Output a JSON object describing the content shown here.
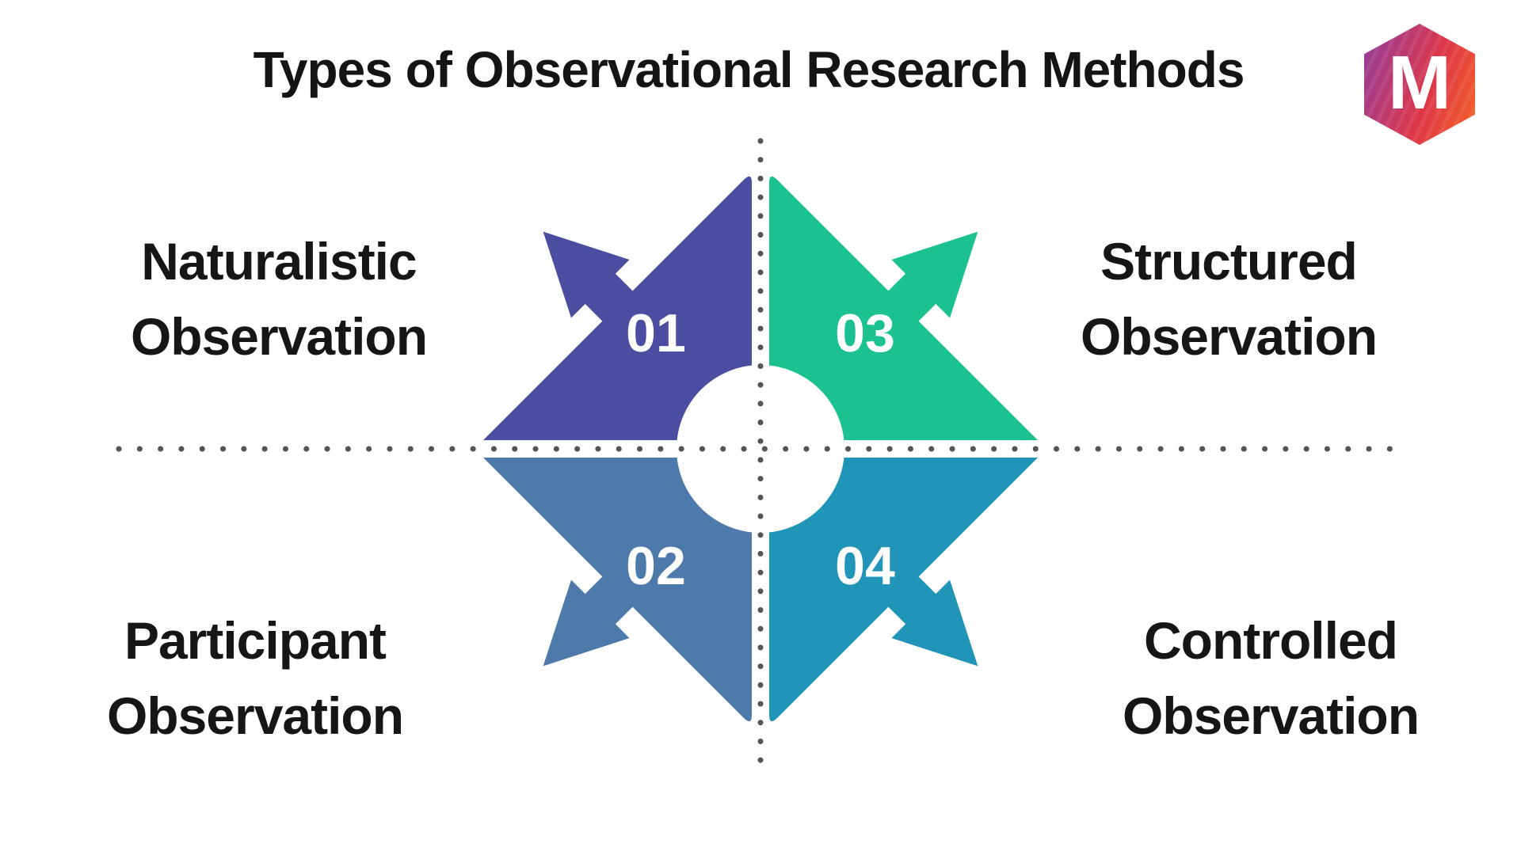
{
  "header": {
    "title": "Types of Observational Research Methods"
  },
  "logo": {
    "letter": "M",
    "shape": "hexagon",
    "gradient": [
      "#8F3D9E",
      "#DE3748",
      "#F26A2C"
    ],
    "letter_color": "#ffffff"
  },
  "diagram": {
    "type": "four-quadrant-arrow-star",
    "center_circle_color": "#ffffff",
    "divider": {
      "style": "dotted",
      "color": "#555555"
    }
  },
  "quadrants": [
    {
      "number": "01",
      "label": "Naturalistic Observation",
      "line1": "Naturalistic",
      "line2": "Observation",
      "color": "#4A4DA0",
      "position": "top-left",
      "arrow_direction": "up-left"
    },
    {
      "number": "02",
      "label": "Participant Observation",
      "line1": "Participant",
      "line2": "Observation",
      "color": "#4E79AB",
      "position": "bottom-left",
      "arrow_direction": "down-left"
    },
    {
      "number": "03",
      "label": "Structured Observation",
      "line1": "Structured",
      "line2": "Observation",
      "color": "#1CC192",
      "position": "top-right",
      "arrow_direction": "up-right"
    },
    {
      "number": "04",
      "label": "Controlled Observation",
      "line1": "Controlled",
      "line2": "Observation",
      "color": "#2095B8",
      "position": "bottom-right",
      "arrow_direction": "down-right"
    }
  ]
}
